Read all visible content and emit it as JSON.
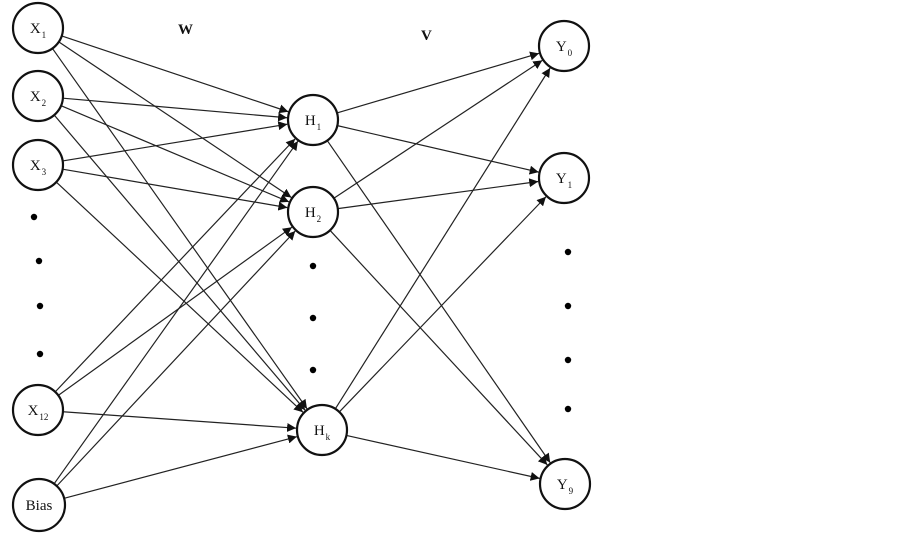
{
  "diagram": {
    "weight_labels": {
      "input_hidden": "W",
      "hidden_output": "V"
    },
    "layers": {
      "input": [
        {
          "id": "x1",
          "main": "X",
          "sub": "1"
        },
        {
          "id": "x2",
          "main": "X",
          "sub": "2"
        },
        {
          "id": "x3",
          "main": "X",
          "sub": "3"
        },
        {
          "id": "x12",
          "main": "X",
          "sub": "12"
        },
        {
          "id": "bias",
          "main": "Bias",
          "sub": ""
        }
      ],
      "hidden": [
        {
          "id": "h1",
          "main": "H",
          "sub": "1"
        },
        {
          "id": "h2",
          "main": "H",
          "sub": "2"
        },
        {
          "id": "hk",
          "main": "H",
          "sub": "k"
        }
      ],
      "output": [
        {
          "id": "y0",
          "main": "Y",
          "sub": "0"
        },
        {
          "id": "y1",
          "main": "Y",
          "sub": "1"
        },
        {
          "id": "y9",
          "main": "Y",
          "sub": "9"
        }
      ]
    },
    "ellipsis_dots": {
      "input": 4,
      "hidden": 3,
      "output": 4
    },
    "edges": [
      [
        "x1",
        "h1"
      ],
      [
        "x1",
        "h2"
      ],
      [
        "x1",
        "hk"
      ],
      [
        "x2",
        "h1"
      ],
      [
        "x2",
        "h2"
      ],
      [
        "x2",
        "hk"
      ],
      [
        "x3",
        "h1"
      ],
      [
        "x3",
        "h2"
      ],
      [
        "x3",
        "hk"
      ],
      [
        "x12",
        "h1"
      ],
      [
        "x12",
        "h2"
      ],
      [
        "x12",
        "hk"
      ],
      [
        "bias",
        "h1"
      ],
      [
        "bias",
        "h2"
      ],
      [
        "bias",
        "hk"
      ],
      [
        "h1",
        "y0"
      ],
      [
        "h1",
        "y1"
      ],
      [
        "h1",
        "y9"
      ],
      [
        "h2",
        "y0"
      ],
      [
        "h2",
        "y1"
      ],
      [
        "h2",
        "y9"
      ],
      [
        "hk",
        "y0"
      ],
      [
        "hk",
        "y1"
      ],
      [
        "hk",
        "y9"
      ]
    ],
    "colors": {
      "stroke": "#111111",
      "background": "#ffffff"
    }
  }
}
